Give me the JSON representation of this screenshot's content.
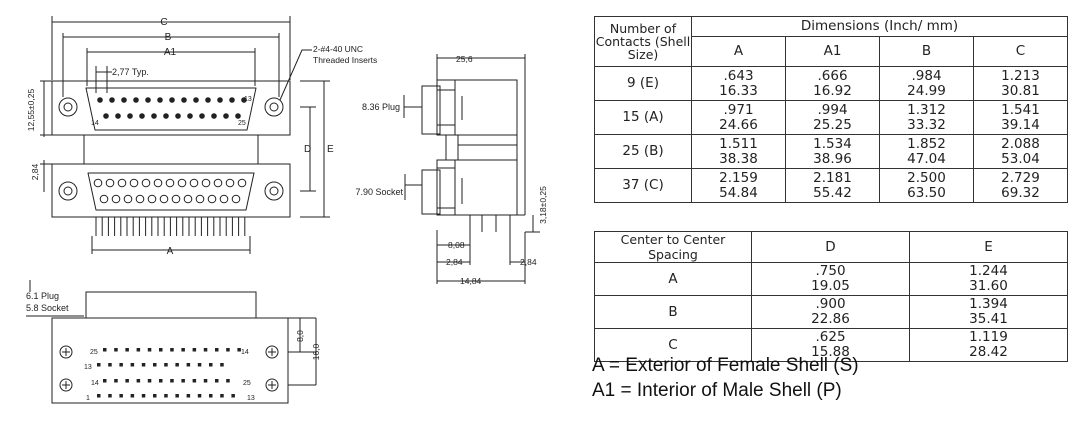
{
  "drawing": {
    "labels": {
      "c": "C",
      "b": "B",
      "a1": "A1",
      "a": "A",
      "d": "D",
      "e": "E",
      "pitch": "2,77 Typ.",
      "threads_line1": "2-#4-40 UNC",
      "threads_line2": "Threaded Inserts",
      "height_left": "12,55±0,25",
      "dim_284_left": "2,84",
      "pin1": "1",
      "pin13": "13",
      "pin14": "14",
      "pin25": "25",
      "w256": "25,6",
      "plug_836": "8.36 Plug",
      "socket_790": "7.90 Socket",
      "pin_318": "3,18±0,25",
      "dim_808": "8,08",
      "dim_284_a": "2,84",
      "dim_284_b": "2,84",
      "dim_1484": "14,84",
      "plug_61": "6.1 Plug",
      "socket_58": "5.8 Socket",
      "dim_80": "8,0",
      "dim_160": "16,0"
    }
  },
  "table1": {
    "header_contacts": "Number of Contacts (Shell Size)",
    "header_dims": "Dimensions (Inch/ mm)",
    "columns": [
      "A",
      "A1",
      "B",
      "C"
    ],
    "rows": [
      {
        "size": "9 (E)",
        "inch": [
          ".643",
          ".666",
          ".984",
          "1.213"
        ],
        "mm": [
          "16.33",
          "16.92",
          "24.99",
          "30.81"
        ]
      },
      {
        "size": "15 (A)",
        "inch": [
          ".971",
          ".994",
          "1.312",
          "1.541"
        ],
        "mm": [
          "24.66",
          "25.25",
          "33.32",
          "39.14"
        ]
      },
      {
        "size": "25 (B)",
        "inch": [
          "1.511",
          "1.534",
          "1.852",
          "2.088"
        ],
        "mm": [
          "38.38",
          "38.96",
          "47.04",
          "53.04"
        ]
      },
      {
        "size": "37 (C)",
        "inch": [
          "2.159",
          "2.181",
          "2.500",
          "2.729"
        ],
        "mm": [
          "54.84",
          "55.42",
          "63.50",
          "69.32"
        ]
      }
    ]
  },
  "table2": {
    "header_spacing": "Center to Center Spacing",
    "columns": [
      "D",
      "E"
    ],
    "rows": [
      {
        "label": "A",
        "inch": [
          ".750",
          "1.244"
        ],
        "mm": [
          "19.05",
          "31.60"
        ]
      },
      {
        "label": "B",
        "inch": [
          ".900",
          "1.394"
        ],
        "mm": [
          "22.86",
          "35.41"
        ]
      },
      {
        "label": "C",
        "inch": [
          ".625",
          "1.119"
        ],
        "mm": [
          "15.88",
          "28.42"
        ]
      }
    ]
  },
  "legend": {
    "line1": "A = Exterior of Female Shell (S)",
    "line2": "A1 = Interior of Male Shell (P)"
  }
}
